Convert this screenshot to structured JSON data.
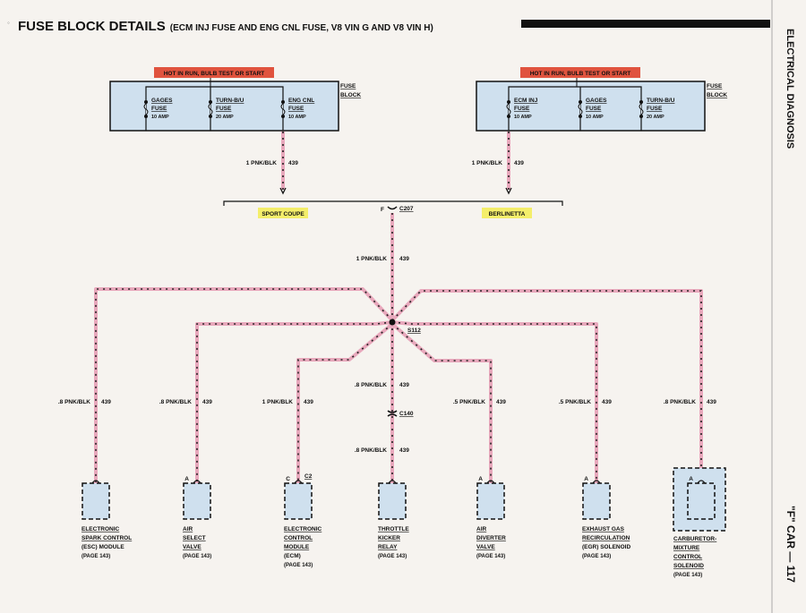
{
  "title": "FUSE BLOCK DETAILS",
  "subtitle": "(ECM INJ FUSE AND ENG CNL FUSE, V8 VIN G AND V8 VIN H)",
  "side_title": "ELECTRICAL DIAGNOSIS",
  "page_footer": "\"F\" CAR — 117",
  "hot_label": "HOT IN RUN, BULB TEST OR START",
  "fuse_block_label": [
    "FUSE",
    "BLOCK"
  ],
  "left_block": {
    "fuses": [
      {
        "name": "GAGES",
        "type": "FUSE",
        "amp": "10 AMP"
      },
      {
        "name": "TURN-B/U",
        "type": "FUSE",
        "amp": "20 AMP"
      },
      {
        "name": "ENG CNL",
        "type": "FUSE",
        "amp": "10 AMP"
      }
    ]
  },
  "right_block": {
    "fuses": [
      {
        "name": "ECM INJ",
        "type": "FUSE",
        "amp": "10 AMP"
      },
      {
        "name": "GAGES",
        "type": "FUSE",
        "amp": "10 AMP"
      },
      {
        "name": "TURN-B/U",
        "type": "FUSE",
        "amp": "20 AMP"
      }
    ]
  },
  "wire_1pnk": "1 PNK/BLK",
  "circuit": "439",
  "sport_coupe": "SPORT COUPE",
  "berlinetta": "BERLINETTA",
  "connector_c207": "C207",
  "connector_f": "F",
  "splice": "S112",
  "connector_c140": "C140",
  "center_wire_lower": ".8 PNK/BLK",
  "branches": [
    {
      "wire": ".8 PNK/BLK",
      "pin": "",
      "conn": "",
      "lines": [
        "ELECTRONIC",
        "SPARK CONTROL",
        "(ESC) MODULE"
      ],
      "page": "(PAGE 143)"
    },
    {
      "wire": ".8 PNK/BLK",
      "pin": "A",
      "conn": "",
      "lines": [
        "AIR",
        "SELECT",
        "VALVE"
      ],
      "page": "(PAGE 143)"
    },
    {
      "wire": "1 PNK/BLK",
      "pin": "C",
      "conn": "C2",
      "lines": [
        "ELECTRONIC",
        "CONTROL",
        "MODULE",
        "(ECM)"
      ],
      "page": "(PAGE 143)"
    },
    {
      "wire": ".8 PNK/BLK",
      "pin": "",
      "conn": "",
      "lines": [
        "THROTTLE",
        "KICKER",
        "RELAY"
      ],
      "page": "(PAGE 143)"
    },
    {
      "wire": ".5 PNK/BLK",
      "pin": "A",
      "conn": "",
      "lines": [
        "AIR",
        "DIVERTER",
        "VALVE"
      ],
      "page": "(PAGE 143)"
    },
    {
      "wire": ".5 PNK/BLK",
      "pin": "A",
      "conn": "",
      "lines": [
        "EXHAUST GAS",
        "RECIRCULATION",
        "(EGR) SOLENOID"
      ],
      "page": "(PAGE 143)"
    },
    {
      "wire": ".8 PNK/BLK",
      "pin": "A",
      "conn": "",
      "lines": [
        "CARBURETOR-",
        "MIXTURE",
        "CONTROL",
        "SOLENOID"
      ],
      "page": "(PAGE 143)"
    }
  ],
  "colors": {
    "wire": "#e8a8bc",
    "box": "#cfe0ee",
    "hot": "#e0533e",
    "yellow": "#f4ee6a"
  }
}
